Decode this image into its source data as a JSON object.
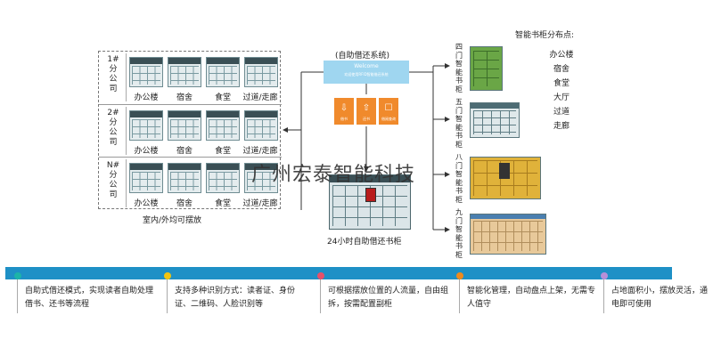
{
  "branches": [
    {
      "label": "1#分公司",
      "locations": [
        "办公楼",
        "宿舍",
        "食堂",
        "过道/走廊"
      ]
    },
    {
      "label": "2#分公司",
      "locations": [
        "办公楼",
        "宿舍",
        "食堂",
        "过道/走廊"
      ]
    },
    {
      "label": "N#分公司",
      "locations": [
        "办公楼",
        "宿舍",
        "食堂",
        "过道/走廊"
      ]
    }
  ],
  "panel_caption": "室内/外均可摆放",
  "system": {
    "title": "(自助借还系统)",
    "welcome": "Welcome",
    "subtitle": "欢迎使用RFID智能借还系统",
    "buttons": [
      {
        "icon": "borrow-icon",
        "label": "借书"
      },
      {
        "icon": "return-icon",
        "label": "还书"
      },
      {
        "icon": "query-icon",
        "label": "借阅查询"
      }
    ]
  },
  "main_cabinet_caption": "24小时自助借还书柜",
  "distribution": {
    "title": "智能书柜分布点:",
    "items": [
      "办公楼",
      "宿舍",
      "食堂",
      "大厅",
      "过道",
      "走廊"
    ]
  },
  "cabinets": [
    {
      "label": "四门智能书柜",
      "color": "#6aa646"
    },
    {
      "label": "五门智能书柜",
      "color": "#4d6c74"
    },
    {
      "label": "八门智能书柜",
      "color": "#e0b23a"
    },
    {
      "label": "九门智能书柜",
      "color": "#e8c99a"
    }
  ],
  "watermark": "广州宏泰智能科技",
  "features": [
    {
      "text": "自助式借还模式，实现读者自助处理借书、还书等流程",
      "color": "#1cb4a8"
    },
    {
      "text": "支持多种识别方式：读者证、身份证、二维码、人脸识别等",
      "color": "#f2c40f"
    },
    {
      "text": "可根据摆放位置的人流量，自由组拆，按需配置副柜",
      "color": "#e8506a"
    },
    {
      "text": "智能化管理，自动盘点上架，无需专人值守",
      "color": "#f08a1c"
    },
    {
      "text": "占地面积小，摆放灵活，通电即可使用",
      "color": "#b68fd9"
    }
  ]
}
